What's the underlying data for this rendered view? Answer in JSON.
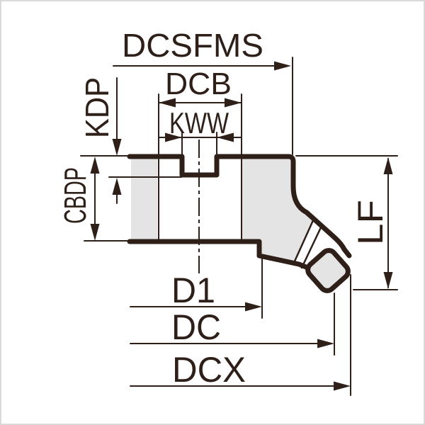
{
  "diagram": {
    "labels": {
      "dcsfms": "DCSFMS",
      "dcb": "DCB",
      "kww": "KWW",
      "kdp": "KDP",
      "cbdp": "CBDP",
      "d1": "D1",
      "dc": "DC",
      "dcx": "DCX",
      "lf": "LF"
    },
    "colors": {
      "line": "#2e1f18",
      "part_fill": "#e4e4e5",
      "background": "#ffffff",
      "frame": "#d9dad9"
    }
  }
}
